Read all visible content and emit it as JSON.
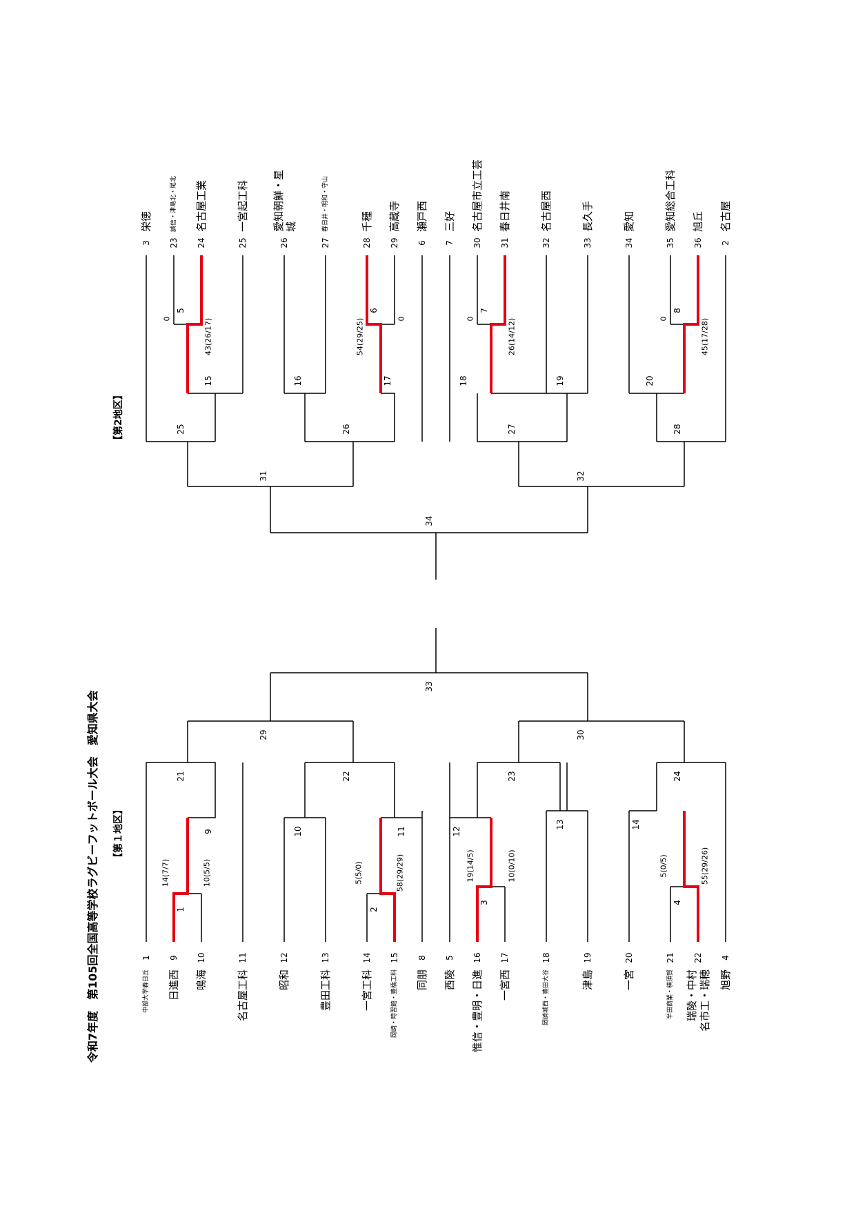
{
  "title": "令和7年度　第105回全国高等学校ラグビーフットボール大会　愛知県大会",
  "block1": {
    "label": "【第１地区】",
    "teams": [
      {
        "seed": "1",
        "name": "中部大学春日丘",
        "small": true
      },
      {
        "seed": "9",
        "name": "日進西"
      },
      {
        "seed": "10",
        "name": "鳴海"
      },
      {
        "seed": "11",
        "name": "名古屋工科"
      },
      {
        "seed": "12",
        "name": "昭和"
      },
      {
        "seed": "13",
        "name": "豊田工科"
      },
      {
        "seed": "14",
        "name": "一宮工科"
      },
      {
        "seed": "15",
        "name": "岡崎・時習館・豊橋工科",
        "small": true
      },
      {
        "seed": "8",
        "name": "同朋"
      },
      {
        "seed": "5",
        "name": "西陵"
      },
      {
        "seed": "16",
        "name": "惟信・豊明・日進"
      },
      {
        "seed": "17",
        "name": "一宮西"
      },
      {
        "seed": "18",
        "name": "岡崎城西・豊田大谷",
        "small": true
      },
      {
        "seed": "19",
        "name": "津島"
      },
      {
        "seed": "20",
        "name": "一宮"
      },
      {
        "seed": "21",
        "name": "半田商業・横須賀",
        "small": true
      },
      {
        "seed": "22",
        "name": [
          "瑞陵・中村",
          "名市工・瑞穂"
        ]
      },
      {
        "seed": "4",
        "name": "旭野"
      }
    ],
    "games": {
      "g1": "1",
      "g2": "2",
      "g3": "3",
      "g4": "4",
      "g9": "9",
      "g10": "10",
      "g11": "11",
      "g12": "12",
      "g13": "13",
      "g14": "14",
      "g21": "21",
      "g22": "22",
      "g23": "23",
      "g24": "24",
      "g29": "29",
      "g30": "30",
      "g33": "33"
    },
    "scores": {
      "g1_top": "14(7/7)",
      "g1_bot": "10(5/5)",
      "g2_top": "5(5/0)",
      "g2_bot": "58(29/29)",
      "g3_top": "19(14/5)",
      "g3_bot": "10(0/10)",
      "g4_top": "5(0/5)",
      "g4_bot": "55(29/26)"
    }
  },
  "block2": {
    "label": "【第2地区】",
    "teams": [
      {
        "seed": "3",
        "name": "栄徳"
      },
      {
        "seed": "23",
        "name": "誠信・津島北・尾北",
        "small": true
      },
      {
        "seed": "24",
        "name": "名古屋工業"
      },
      {
        "seed": "25",
        "name": "一宮起工科"
      },
      {
        "seed": "26",
        "name": [
          "愛知朝鮮・星",
          "城"
        ]
      },
      {
        "seed": "27",
        "name": "春日井・明和・守山",
        "small": true
      },
      {
        "seed": "28",
        "name": "千種"
      },
      {
        "seed": "29",
        "name": "高蔵寺"
      },
      {
        "seed": "6",
        "name": "瀬戸西"
      },
      {
        "seed": "7",
        "name": "三好"
      },
      {
        "seed": "30",
        "name": "名古屋市立工芸"
      },
      {
        "seed": "31",
        "name": "春日井南"
      },
      {
        "seed": "32",
        "name": "名古屋西"
      },
      {
        "seed": "33",
        "name": "長久手"
      },
      {
        "seed": "34",
        "name": "愛知"
      },
      {
        "seed": "35",
        "name": "愛知総合工科"
      },
      {
        "seed": "36",
        "name": "旭丘"
      },
      {
        "seed": "2",
        "name": "名古屋"
      }
    ],
    "games": {
      "g5": "5",
      "g6": "6",
      "g7": "7",
      "g8": "8",
      "g15": "15",
      "g16": "16",
      "g17": "17",
      "g18": "18",
      "g19": "19",
      "g20": "20",
      "g25": "25",
      "g26": "26",
      "g27": "27",
      "g28": "28",
      "g31": "31",
      "g32": "32",
      "g34": "34"
    },
    "scores": {
      "g5_top": "0",
      "g5_bot": "43(26/17)",
      "g6_top": "54(29/25)",
      "g6_bot": "0",
      "g7_top": "0",
      "g7_bot": "26(14/12)",
      "g8_top": "0",
      "g8_bot": "45(17/28)"
    }
  },
  "colors": {
    "line": "#000000",
    "winner": "#e60012"
  }
}
